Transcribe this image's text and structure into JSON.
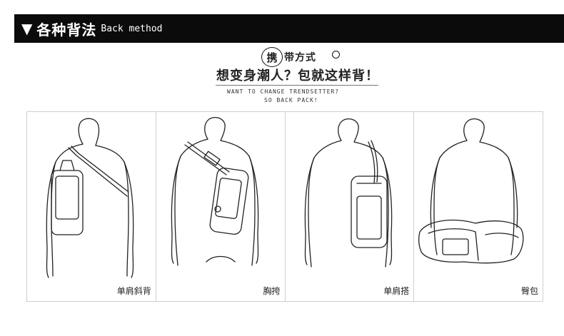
{
  "header": {
    "triangle": "▼",
    "title_cn": "各种背法",
    "title_en": "Back method"
  },
  "carry_section": {
    "circle_char": "携",
    "rest": "带方式",
    "slogan": "想变身潮人？包就这样背！",
    "english_line1": "WANT TO CHANGE TRENDSETTER?",
    "english_line2": "SO BACK PACK!"
  },
  "panels": [
    {
      "label": "单肩斜背",
      "icon": "single-shoulder-cross-body-illustration"
    },
    {
      "label": "胸挎",
      "icon": "chest-carry-illustration"
    },
    {
      "label": "单肩搭",
      "icon": "single-shoulder-illustration"
    },
    {
      "label": "臀包",
      "icon": "hip-pack-illustration"
    }
  ]
}
